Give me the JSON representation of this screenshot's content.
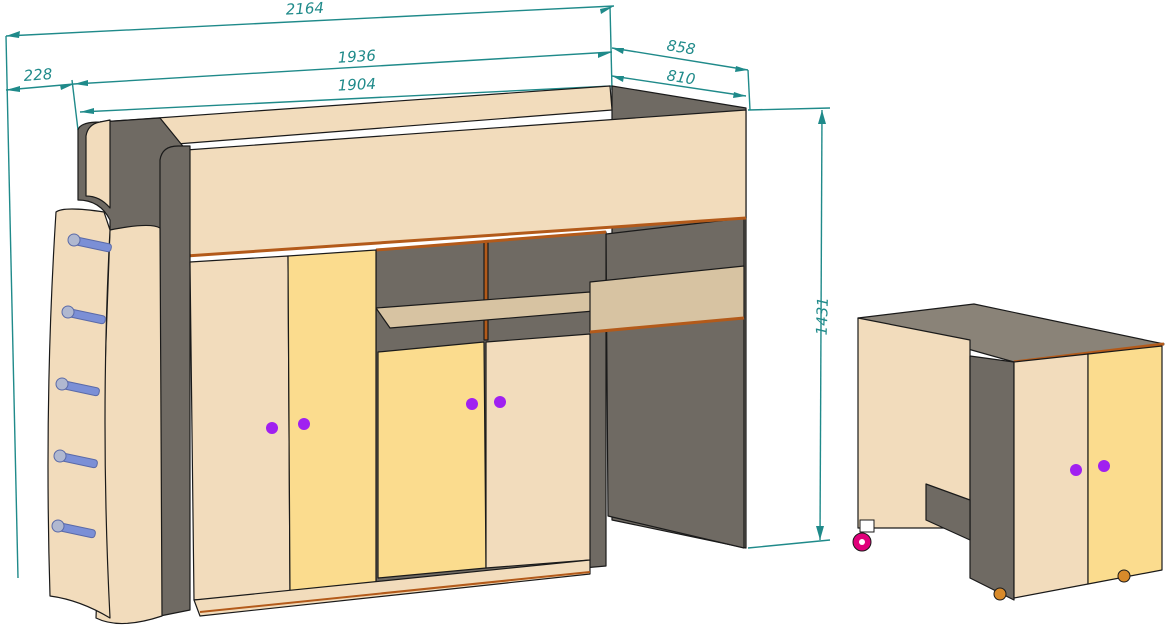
{
  "dimensions": {
    "total_length": "2164",
    "ladder_offset": "228",
    "frame_length": "1936",
    "inner_length": "1904",
    "frame_depth": "858",
    "inner_depth": "810",
    "height": "1431"
  },
  "colors": {
    "dimension_line": "#1f8a8a",
    "light_wood": "#f2dcbc",
    "light_wood_shade": "#e6cba6",
    "yellow_panel": "#fbdc8e",
    "dark_wood": "#6f6a63",
    "dark_wood_light": "#8a8378",
    "edge_orange": "#b35a1a",
    "handle_purple": "#a020f0",
    "ladder_steel": "#7b8fd6",
    "wheel_pink": "#e0007a"
  }
}
